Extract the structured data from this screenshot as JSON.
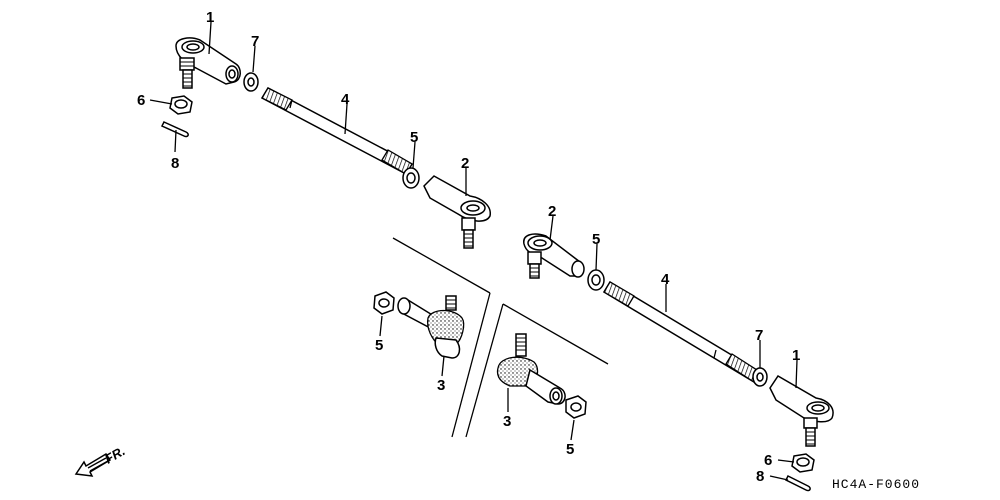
{
  "diagram": {
    "code": "HC4A-F0600",
    "direction": "FR."
  },
  "callouts": {
    "c1a": "1",
    "c7a": "7",
    "c6a": "6",
    "c8a": "8",
    "c4a": "4",
    "c5a": "5",
    "c2a": "2",
    "c2b": "2",
    "c5b": "5",
    "c4b": "4",
    "c7b": "7",
    "c1b": "1",
    "c6b": "6",
    "c8b": "8",
    "c5c": "5",
    "c3c": "3",
    "c3d": "3",
    "c5d": "5"
  }
}
